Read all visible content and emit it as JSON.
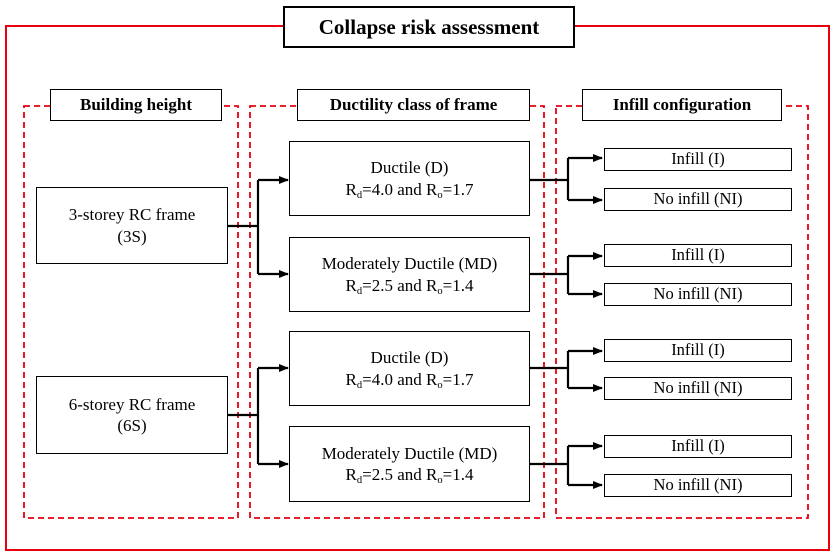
{
  "diagram": {
    "title": "Collapse risk assessment",
    "columns": {
      "height": "Building height",
      "ductility": "Ductility class of frame",
      "infill": "Infill configuration"
    },
    "buildings": [
      {
        "name": "3-storey RC frame",
        "code": "(3S)"
      },
      {
        "name": "6-storey RC frame",
        "code": "(6S)"
      }
    ],
    "ductility_classes": [
      {
        "name": "Ductile (D)",
        "rd": "4.0",
        "ro": "1.7"
      },
      {
        "name": "Moderately Ductile (MD)",
        "rd": "2.5",
        "ro": "1.4"
      },
      {
        "name": "Ductile (D)",
        "rd": "4.0",
        "ro": "1.7"
      },
      {
        "name": "Moderately Ductile (MD)",
        "rd": "2.5",
        "ro": "1.4"
      }
    ],
    "param_labels": {
      "r": "R",
      "d": "d",
      "o": "o",
      "and": "and"
    },
    "infill_options": [
      "Infill (I)",
      "No infill (NI)"
    ]
  },
  "colors": {
    "frame": "#e8000f",
    "line": "#000000"
  }
}
